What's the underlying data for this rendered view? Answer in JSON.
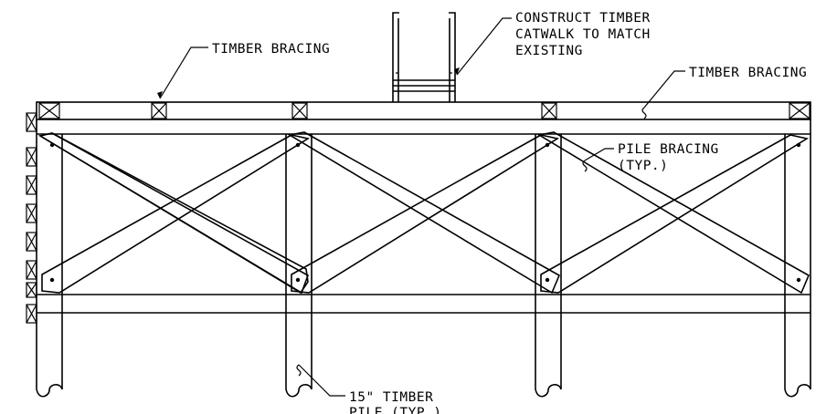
{
  "annotations": {
    "timber_bracing_left": "TIMBER BRACING",
    "catwalk_line1": "CONSTRUCT TIMBER",
    "catwalk_line2": "CATWALK TO MATCH",
    "catwalk_line3": "EXISTING",
    "timber_bracing_right": "TIMBER BRACING",
    "pile_bracing_line1": "PILE BRACING",
    "pile_bracing_line2": "(TYP.)",
    "pile_line1": "15\" TIMBER",
    "pile_line2": "PILE (TYP.)"
  }
}
